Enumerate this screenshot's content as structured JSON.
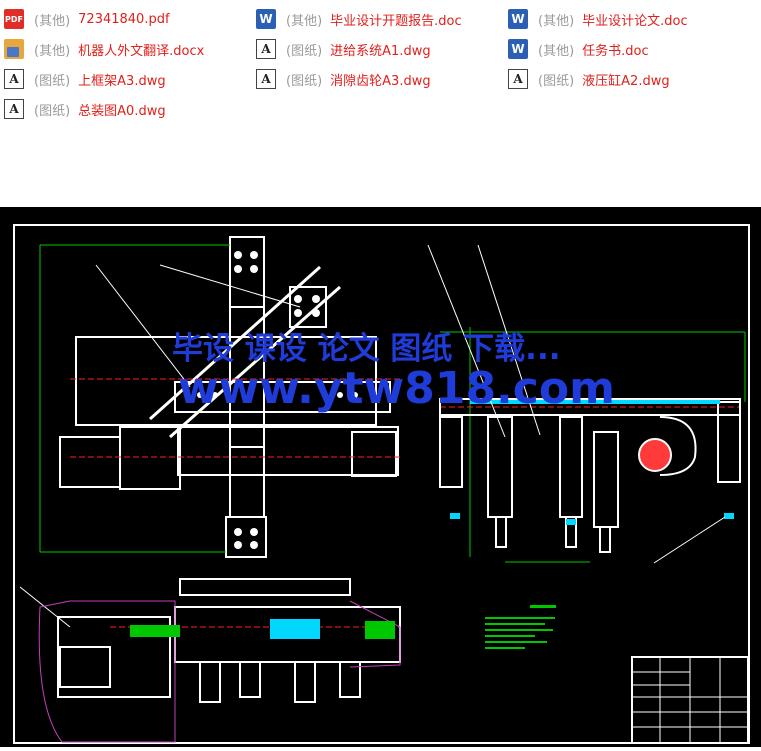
{
  "files": [
    {
      "icon": "pdf-icon",
      "category": "(其他)",
      "name": "72341840.pdf"
    },
    {
      "icon": "word-icon",
      "category": "(其他)",
      "name": "毕业设计开题报告.doc"
    },
    {
      "icon": "word-icon",
      "category": "(其他)",
      "name": "毕业设计论文.doc"
    },
    {
      "icon": "docx-icon",
      "category": "(其他)",
      "name": "机器人外文翻译.docx"
    },
    {
      "icon": "dwg-icon",
      "category": "(图纸)",
      "name": "进给系统A1.dwg"
    },
    {
      "icon": "word-icon",
      "category": "(其他)",
      "name": "任务书.doc"
    },
    {
      "icon": "dwg-icon",
      "category": "(图纸)",
      "name": "上框架A3.dwg"
    },
    {
      "icon": "dwg-icon",
      "category": "(图纸)",
      "name": "消隙齿轮A3.dwg"
    },
    {
      "icon": "dwg-icon",
      "category": "(图纸)",
      "name": "液压缸A2.dwg"
    },
    {
      "icon": "dwg-icon",
      "category": "(图纸)",
      "name": "总装图A0.dwg"
    }
  ],
  "icon_glyphs": {
    "pdf": "PDF",
    "word": "W",
    "dwg": "A"
  },
  "watermark": {
    "line1": "毕设 课设 论文 图纸 下载...",
    "line2": "www.ytw818.com"
  },
  "colors": {
    "file_name": "#e0201c",
    "file_category": "#9a9a9a",
    "cad_background": "#000000",
    "watermark": "#1f3bd8"
  }
}
